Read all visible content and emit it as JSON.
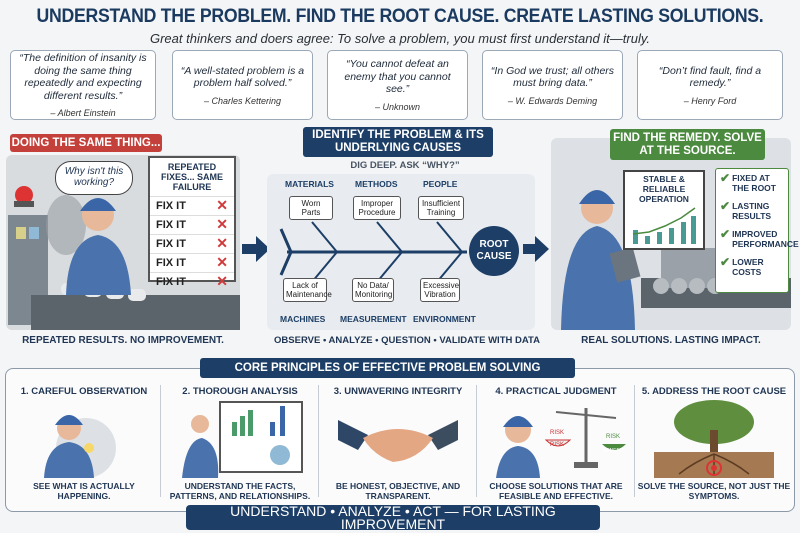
{
  "header": {
    "title": "UNDERSTAND THE PROBLEM. FIND THE ROOT CAUSE. CREATE LASTING SOLUTIONS.",
    "subtitle": "Great thinkers and doers agree: To solve a problem, you must first understand it—truly."
  },
  "quotes": [
    {
      "text": "“The definition of insanity is doing the same thing repeatedly and expecting different results.”",
      "author": "– Albert Einstein"
    },
    {
      "text": "“A well-stated problem is a problem half solved.”",
      "author": "– Charles Kettering"
    },
    {
      "text": "“You cannot defeat an enemy that you cannot see.”",
      "author": "– Unknown"
    },
    {
      "text": "“In God we trust; all others must bring data.”",
      "author": "– W. Edwards Deming"
    },
    {
      "text": "“Don’t find fault, find a remedy.”",
      "author": "– Henry Ford"
    }
  ],
  "left": {
    "banner": "DOING THE SAME THING...",
    "thought": "Why isn't this working?",
    "board_title": "REPEATED FIXES... SAME FAILURE",
    "fixes": [
      "FIX IT",
      "FIX IT",
      "FIX IT",
      "FIX IT",
      "FIX IT"
    ],
    "caption": "REPEATED RESULTS. NO IMPROVEMENT."
  },
  "middle": {
    "banner": "IDENTIFY THE PROBLEM & ITS UNDERLYING CAUSES",
    "subtitle": "DIG DEEP. ASK “WHY?”",
    "categories": {
      "materials": "MATERIALS",
      "methods": "METHODS",
      "people": "PEOPLE",
      "machines": "MACHINES",
      "measurement": "MEASUREMENT",
      "environment": "ENVIRONMENT"
    },
    "causes": {
      "materials": "Worn Parts",
      "methods": "Improper Procedure",
      "people": "Insufficient Training",
      "machines": "Lack of Maintenance",
      "measurement": "No Data/ Monitoring",
      "environment": "Excessive Vibration"
    },
    "root": "ROOT CAUSE",
    "caption": "OBSERVE • ANALYZE • QUESTION • VALIDATE WITH DATA"
  },
  "right": {
    "banner": "FIND THE REMEDY. SOLVE AT THE SOURCE.",
    "chart_title": "STABLE & RELIABLE OPERATION",
    "checks": [
      "FIXED AT THE ROOT",
      "LASTING RESULTS",
      "IMPROVED PERFORMANCE",
      "LOWER COSTS"
    ],
    "caption": "REAL SOLUTIONS. LASTING IMPACT."
  },
  "principles": {
    "banner": "CORE PRINCIPLES OF EFFECTIVE PROBLEM SOLVING",
    "items": [
      {
        "title": "1. CAREFUL OBSERVATION",
        "desc": "SEE WHAT IS ACTUALLY HAPPENING."
      },
      {
        "title": "2. THOROUGH ANALYSIS",
        "desc": "UNDERSTAND THE FACTS, PATTERNS, AND RELATIONSHIPS."
      },
      {
        "title": "3. UNWAVERING INTEGRITY",
        "desc": "BE HONEST, OBJECTIVE, AND TRANSPARENT."
      },
      {
        "title": "4. PRACTICAL JUDGMENT",
        "desc": "CHOOSE SOLUTIONS THAT ARE FEASIBLE AND EFFECTIVE.",
        "scale_labels": [
          "RISK",
          "RISK",
          "RISK",
          "BENEFIT"
        ]
      },
      {
        "title": "5. ADDRESS THE ROOT CAUSE",
        "desc": "SOLVE THE SOURCE, NOT JUST THE SYMPTOMS."
      }
    ]
  },
  "footer": {
    "banner": "UNDERSTAND • ANALYZE • ACT — FOR LASTING IMPROVEMENT"
  },
  "colors": {
    "navy": "#1d3e66",
    "red": "#c4403a",
    "green": "#4b8a3f"
  }
}
